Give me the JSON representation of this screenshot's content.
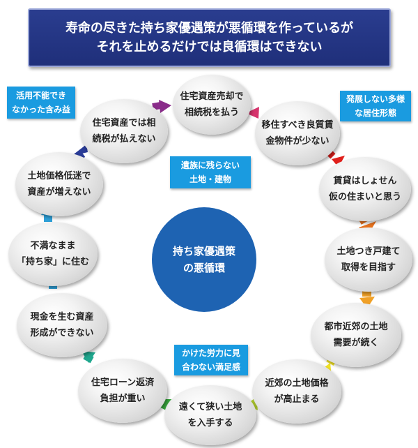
{
  "title": {
    "line1": "寿命の尽きた持ち家優遇策が悪循環を作っているが",
    "line2": "それを止めるだけでは良循環はできない"
  },
  "center": {
    "line1": "持ち家優遇策",
    "line2": "の悪循環"
  },
  "cycle": [
    {
      "line1": "住宅資産売却で",
      "line2": "相続税を払う"
    },
    {
      "line1": "移住すべき良質賃",
      "line2": "金物件が少ない"
    },
    {
      "line1": "賃貸はしょせん",
      "line2": "仮の住まいと思う"
    },
    {
      "line1": "土地つき戸建て",
      "line2": "取得を目指す"
    },
    {
      "line1": "都市近郊の土地",
      "line2": "需要が続く"
    },
    {
      "line1": "近郊の土地価格",
      "line2": "が高止まる"
    },
    {
      "line1": "遠くて狭い土地",
      "line2": "を入手する"
    },
    {
      "line1": "住宅ローン返済",
      "line2": "負担が重い"
    },
    {
      "line1": "現金を生む資産",
      "line2": "形成ができない"
    },
    {
      "line1": "不満なまま",
      "line2": "「持ち家」に住む"
    },
    {
      "line1": "土地価格低迷で",
      "line2": "資産が増えない"
    },
    {
      "line1": "住宅資産では相",
      "line2": "続税が払えない"
    }
  ],
  "callouts": [
    {
      "line1": "活用不能でき",
      "line2": "なかった含み益"
    },
    {
      "line1": "発展しない多様",
      "line2": "な居住形態"
    },
    {
      "line1": "遺族に残らない",
      "line2": "土地・建物"
    },
    {
      "line1": "かけた労力に見",
      "line2": "合わない満足感"
    }
  ],
  "colors": {
    "title_bg": "#233585",
    "center": "#1e63b2",
    "callout": "#1a9be0",
    "arrows": [
      "#d6336c",
      "#e0201c",
      "#e8721d",
      "#f0a026",
      "#f2cf2a",
      "#f3e327",
      "#b4d12e",
      "#39a83e",
      "#1fa78e",
      "#2ea0d8",
      "#2a3c97",
      "#8a2c8a"
    ]
  }
}
